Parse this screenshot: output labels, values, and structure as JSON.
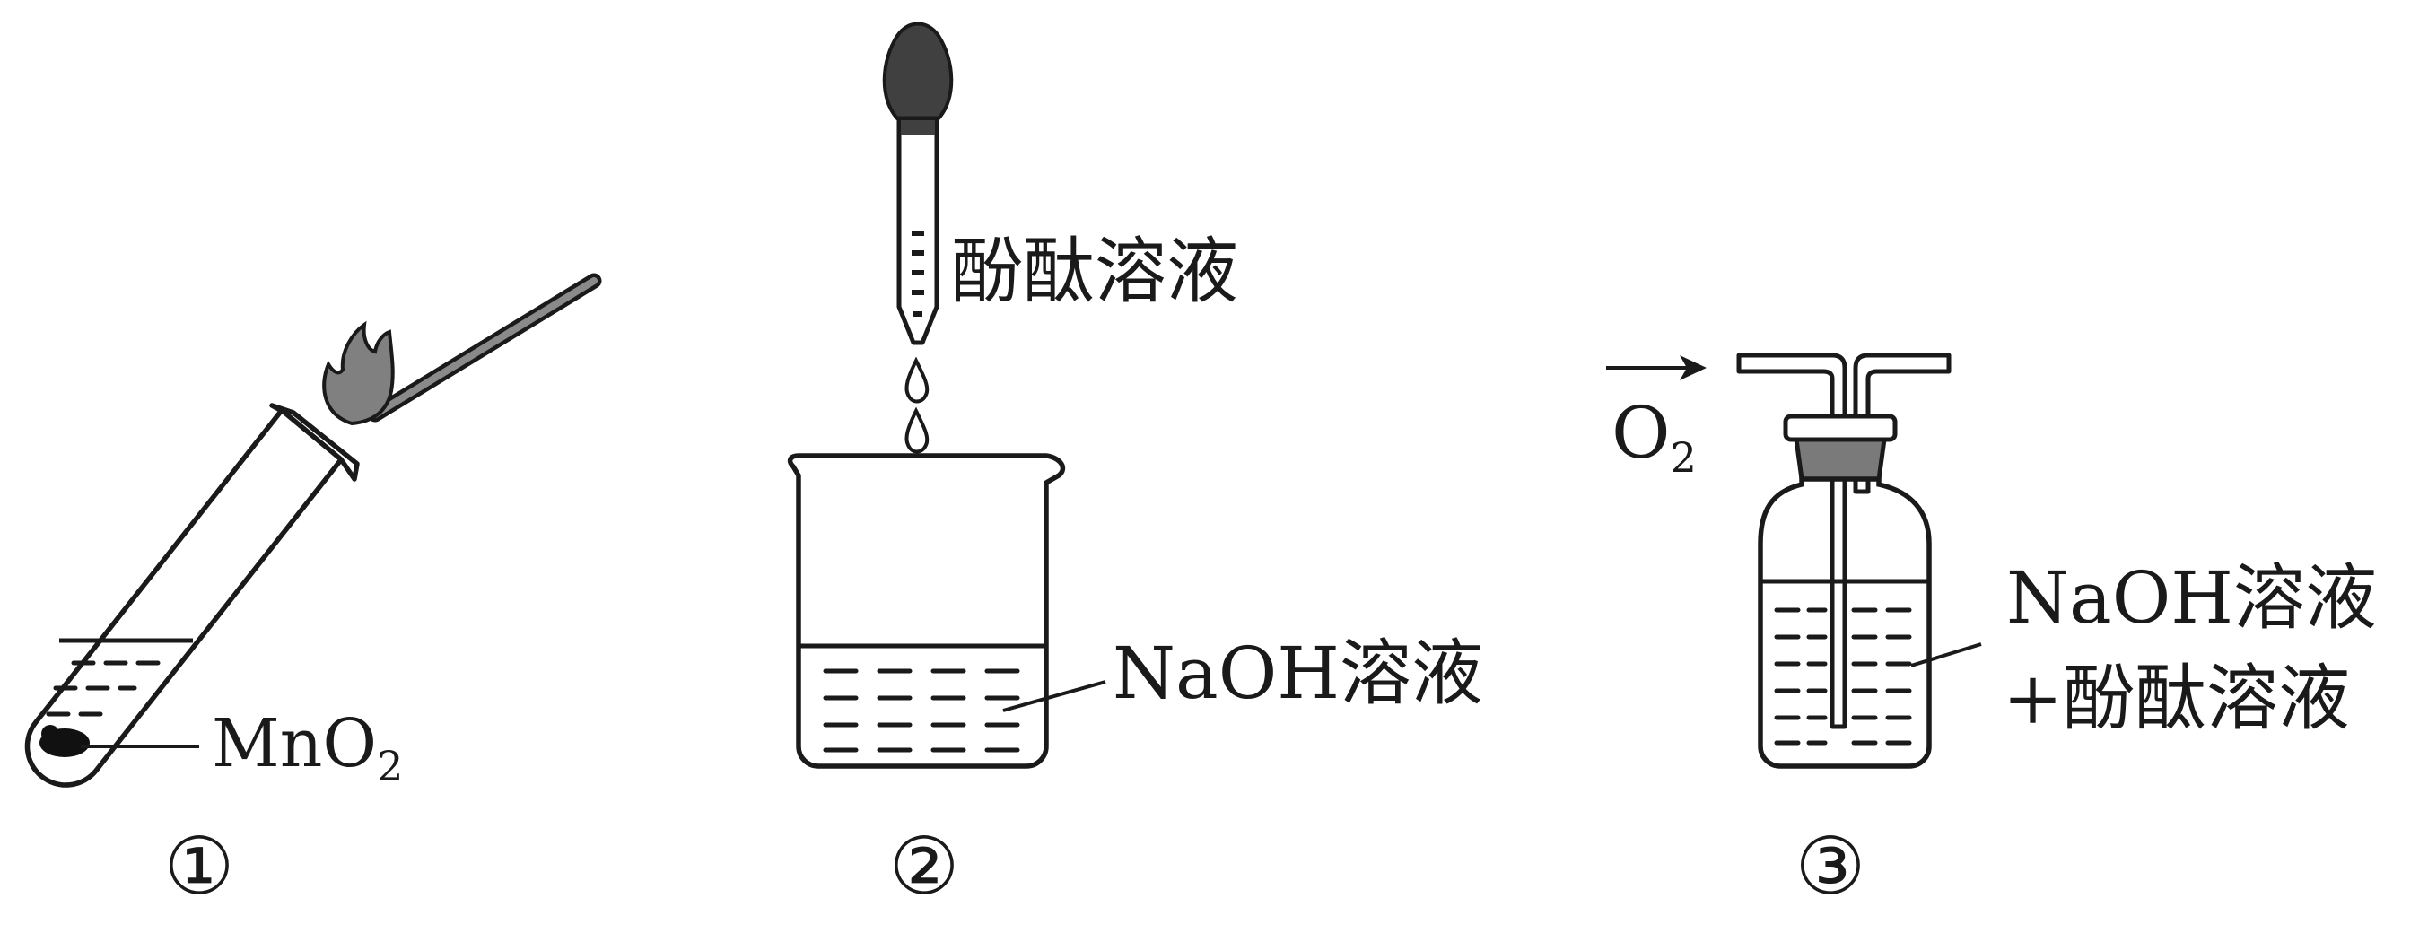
{
  "panel1": {
    "number": "①",
    "reagent": "MnO",
    "reagent_sub": "2"
  },
  "panel2": {
    "number": "②",
    "dropper_label": "酚酞溶液",
    "beaker_label": "NaOH溶液"
  },
  "panel3": {
    "number": "③",
    "gas": "O",
    "gas_sub": "2",
    "bottle_label_line1": "NaOH溶液",
    "bottle_label_line2": "+酚酞溶液"
  },
  "colors": {
    "ink": "#1a1a1a",
    "flame": "#808080",
    "bulb": "#404040",
    "stopper": "#7a7a7a"
  }
}
